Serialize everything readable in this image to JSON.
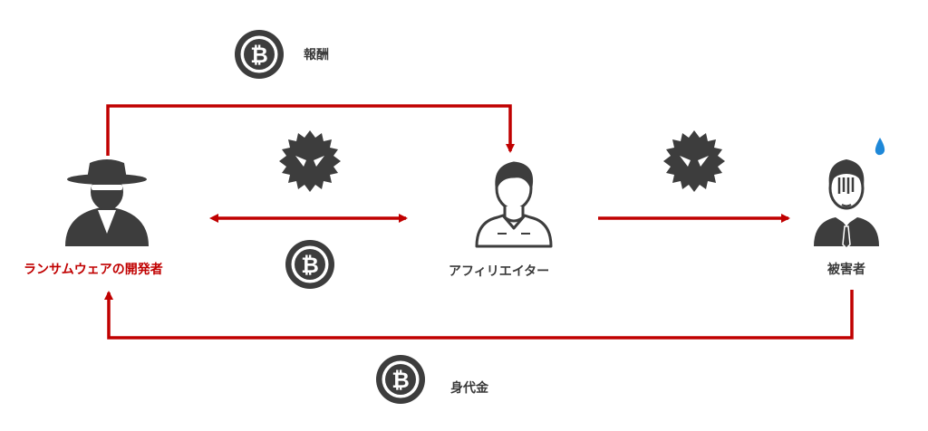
{
  "labels": {
    "developer": "ランサムウェアの開発者",
    "affiliate": "アフィリエイター",
    "victim": "被害者",
    "reward": "報酬",
    "ransom": "身代金"
  },
  "colors": {
    "arrow": "#c00000",
    "icon": "#3d3d3d",
    "accent_text": "#c00000",
    "text": "#3a3a3a",
    "sweat_drop": "#1e88d8"
  }
}
